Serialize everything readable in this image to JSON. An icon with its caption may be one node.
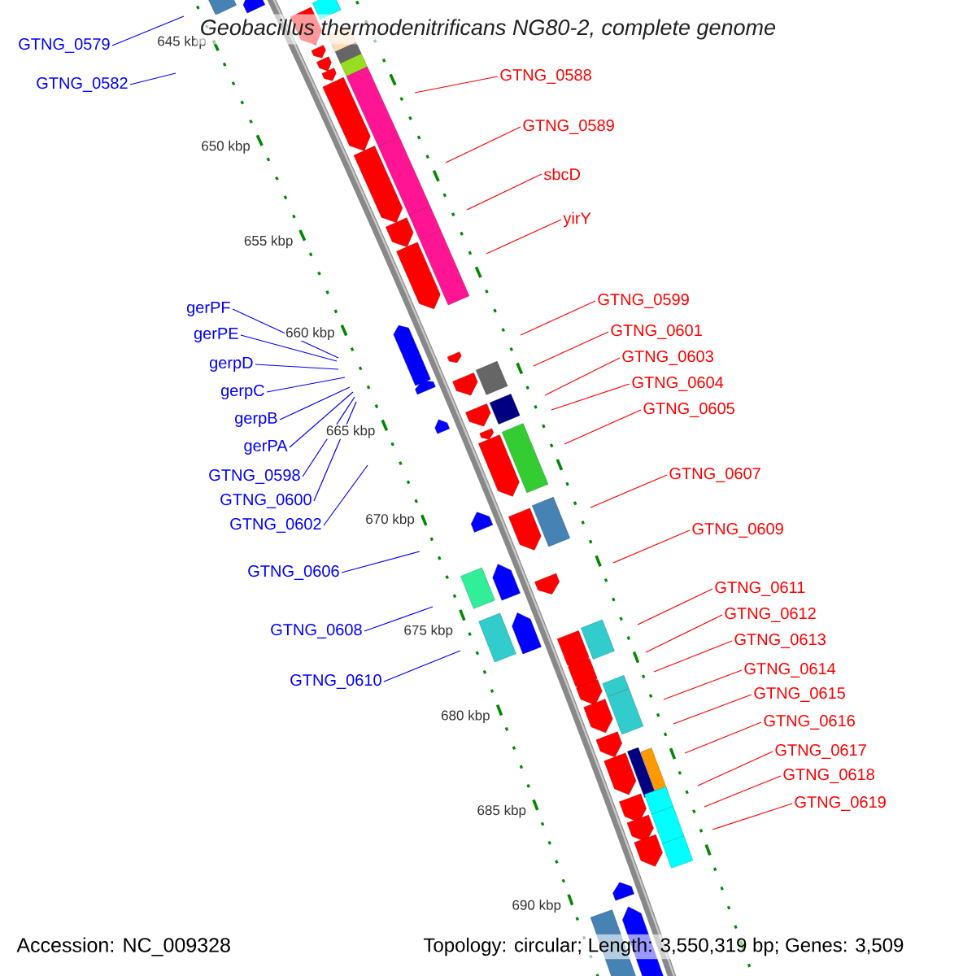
{
  "diagram": {
    "title": "Geobacillus thermodenitrificans NG80-2, complete genome",
    "nodes": [
      {
        "text": [
          "GTNG_0579"
        ]
      },
      {
        "text": [
          "GTNG_0588"
        ]
      },
      {
        "text": [
          "GTNG_0582"
        ]
      },
      {
        "text": [
          "GTNG_0589"
        ]
      },
      {
        "text": [
          "sbcD"
        ]
      },
      {
        "text": [
          "yirY"
        ]
      },
      {
        "text": [
          "GTNG_0599"
        ]
      },
      {
        "text": [
          "gerPF"
        ]
      },
      {
        "text": [
          "GTNG_0601"
        ]
      },
      {
        "text": [
          "gerPE"
        ]
      },
      {
        "text": [
          "GTNG_0603"
        ]
      },
      {
        "text": [
          "gerpD"
        ]
      },
      {
        "text": [
          "GTNG_0604"
        ]
      },
      {
        "text": [
          "gerpC"
        ]
      },
      {
        "text": [
          "GTNG_0605"
        ]
      },
      {
        "text": [
          "gerpB"
        ]
      },
      {
        "text": [
          "gerPA"
        ]
      },
      {
        "text": [
          "GTNG_0607"
        ]
      },
      {
        "text": [
          "GTNG_0598"
        ]
      },
      {
        "text": [
          "GTNG_0600"
        ]
      },
      {
        "text": [
          "GTNG_0602"
        ]
      },
      {
        "text": [
          "GTNG_0609"
        ]
      },
      {
        "text": [
          "GTNG_0606"
        ]
      },
      {
        "text": [
          "GTNG_0611"
        ]
      },
      {
        "text": [
          "GTNG_0612"
        ]
      },
      {
        "text": [
          "GTNG_0608"
        ]
      },
      {
        "text": [
          "GTNG_0613"
        ]
      },
      {
        "text": [
          "GTNG_0614"
        ]
      },
      {
        "text": [
          "GTNG_0610"
        ]
      },
      {
        "text": [
          "GTNG_0615"
        ]
      },
      {
        "text": [
          "GTNG_0616"
        ]
      },
      {
        "text": [
          "GTNG_0617"
        ]
      },
      {
        "text": [
          "GTNG_0618"
        ]
      },
      {
        "text": [
          "GTNG_0619"
        ]
      }
    ],
    "edges": [
      {
        "from": 0,
        "to": null,
        "arrow": "none",
        "color": "#0000ff"
      },
      {
        "from": 1,
        "to": null,
        "arrow": "none"
      },
      {
        "from": 2,
        "to": null,
        "arrow": "none",
        "color": "#0000ff"
      },
      {
        "from": 3,
        "to": null,
        "arrow": "none"
      },
      {
        "from": 4,
        "to": null,
        "arrow": "none"
      },
      {
        "from": 5,
        "to": null,
        "arrow": "none"
      },
      {
        "from": 6,
        "to": null,
        "arrow": "none"
      },
      {
        "from": 7,
        "to": null,
        "arrow": "none",
        "color": "#0000ff"
      },
      {
        "from": 8,
        "to": null,
        "arrow": "none"
      },
      {
        "from": 9,
        "to": null,
        "arrow": "none",
        "color": "#0000ff"
      },
      {
        "from": 10,
        "to": null,
        "arrow": "none"
      },
      {
        "from": 11,
        "to": null,
        "arrow": "none",
        "color": "#0000ff"
      },
      {
        "from": 12,
        "to": null,
        "arrow": "none"
      },
      {
        "from": 13,
        "to": null,
        "arrow": "none",
        "color": "#0000ff"
      },
      {
        "from": 14,
        "to": null,
        "arrow": "none"
      },
      {
        "from": 15,
        "to": null,
        "arrow": "none",
        "color": "#0000ff"
      },
      {
        "from": 16,
        "to": null,
        "arrow": "none",
        "color": "#0000ff"
      },
      {
        "from": 17,
        "to": null,
        "arrow": "none"
      },
      {
        "from": 18,
        "to": null,
        "arrow": "none",
        "color": "#0000ff"
      },
      {
        "from": 19,
        "to": null,
        "arrow": "none",
        "color": "#0000ff"
      },
      {
        "from": 20,
        "to": null,
        "arrow": "none",
        "color": "#0000ff"
      },
      {
        "from": 21,
        "to": null,
        "arrow": "none"
      },
      {
        "from": 22,
        "to": null,
        "arrow": "none",
        "color": "#0000ff"
      },
      {
        "from": 23,
        "to": null,
        "arrow": "none"
      },
      {
        "from": 24,
        "to": null,
        "arrow": "none"
      },
      {
        "from": 25,
        "to": null,
        "arrow": "none",
        "color": "#0000ff"
      },
      {
        "from": 26,
        "to": null,
        "arrow": "none"
      },
      {
        "from": 27,
        "to": null,
        "arrow": "none"
      },
      {
        "from": 28,
        "to": null,
        "arrow": "none",
        "color": "#0000ff"
      },
      {
        "from": 29,
        "to": null,
        "arrow": "none"
      },
      {
        "from": 30,
        "to": null,
        "arrow": "none"
      },
      {
        "from": 31,
        "to": null,
        "arrow": "none"
      },
      {
        "from": 32,
        "to": null,
        "arrow": "none"
      },
      {
        "from": 33,
        "to": null,
        "arrow": "none"
      }
    ],
    "labels": [
      "645 kbp",
      "650 kbp",
      "655 kbp",
      "660 kbp",
      "665 kbp",
      "670 kbp",
      "675 kbp",
      "680 kbp",
      "685 kbp",
      "690 kbp",
      "Accession: NC_009328",
      "Topology: circular; Length: 3,550,319 bp; Genes: 3,509"
    ]
  }
}
